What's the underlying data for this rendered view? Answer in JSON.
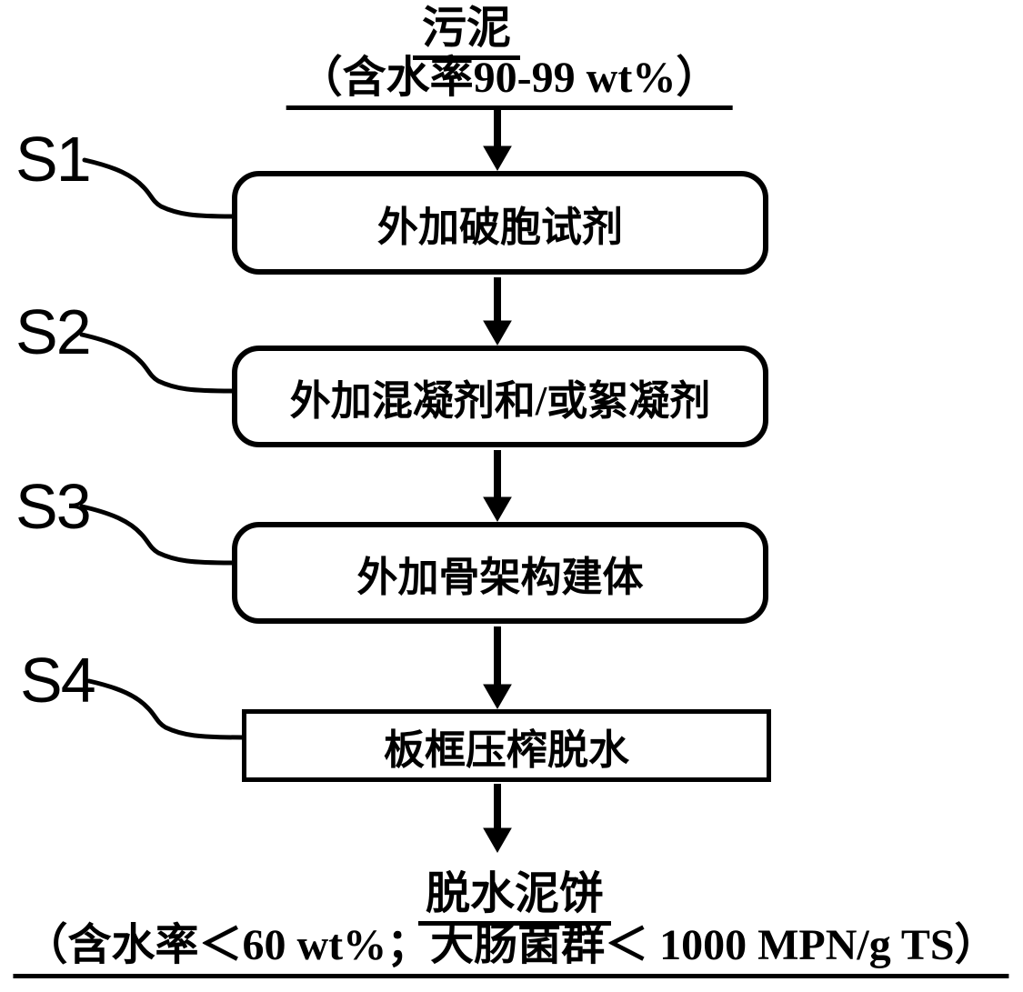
{
  "diagram": {
    "source": {
      "name": "污泥",
      "detail": "（含水率90-99 wt%）"
    },
    "steps": [
      {
        "id": "S1",
        "label": "外加破胞试剂"
      },
      {
        "id": "S2",
        "label": "外加混凝剂和/或絮凝剂"
      },
      {
        "id": "S3",
        "label": "外加骨架构建体"
      },
      {
        "id": "S4",
        "label": "板框压榨脱水"
      }
    ],
    "output": {
      "name": "脱水泥饼",
      "detail": "（含水率＜60 wt%；大肠菌群＜ 1000 MPN/g TS）"
    },
    "colors": {
      "ink": "#000000",
      "paper": "#ffffff"
    }
  }
}
